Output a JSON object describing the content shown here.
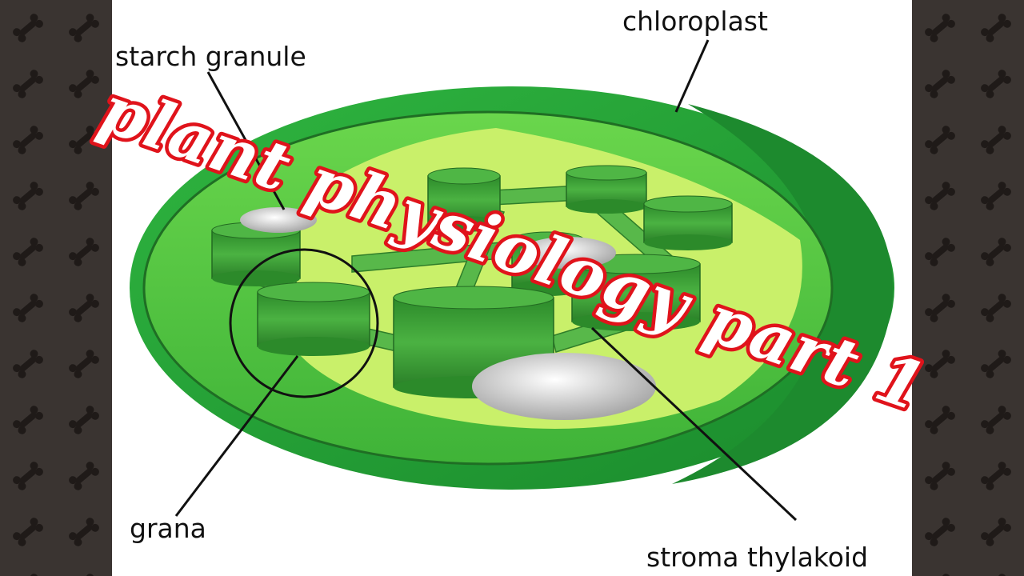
{
  "diagram": {
    "labels": {
      "chloroplast": "chloroplast",
      "starch_granule": "starch granule",
      "grana": "grana",
      "stroma_thylakoid": "stroma thylakoid"
    },
    "colors": {
      "outer_membrane": "#22a236",
      "inner_rim": "#4cc43a",
      "stroma": "#c9f06a",
      "granum": "#3c9e36",
      "granum_top": "#4fb645",
      "starch": "#d8d8d8",
      "leader_line": "#111111"
    }
  },
  "overlay": {
    "title": "plant physiology part 1",
    "fill_color": "#ffffff",
    "stroke_color": "#e0131b"
  }
}
